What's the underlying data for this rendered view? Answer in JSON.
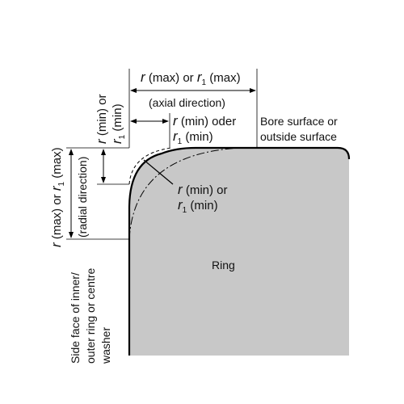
{
  "labels": {
    "top_r": "r",
    "top_max": " (max) or ",
    "top_r1": "r",
    "top_r1_sub": "1",
    "top_max2": " (max)",
    "axial": "(axial direction)",
    "min_r": "r",
    "min_oder": " (min) oder",
    "min_r1": "r",
    "min_r1_sub": "1",
    "min_min": " (min)",
    "bore_line1": "Bore surface or",
    "bore_line2": "outside surface",
    "inner_r": "r",
    "inner_or": " (min) or",
    "inner_r1": "r",
    "inner_r1_sub": "1",
    "inner_min": " (min)",
    "ring": "Ring",
    "vleft_r": "r",
    "vleft_min_or": " (min) or",
    "vleft_r1": "r",
    "vleft_r1_sub": "1",
    "vleft_min": " (min)",
    "vmax_r": "r",
    "vmax_mid": " (max) or ",
    "vmax_r1": "r",
    "vmax_r1_sub": "1",
    "vmax_max": " (max)",
    "radial": "(radial direction)",
    "side_line1": "Side face of inner/",
    "side_line2": "outer ring or centre",
    "side_line3": "washer"
  },
  "colors": {
    "ring_fill": "#c8c8c8",
    "outline": "#000000",
    "background": "#ffffff"
  }
}
